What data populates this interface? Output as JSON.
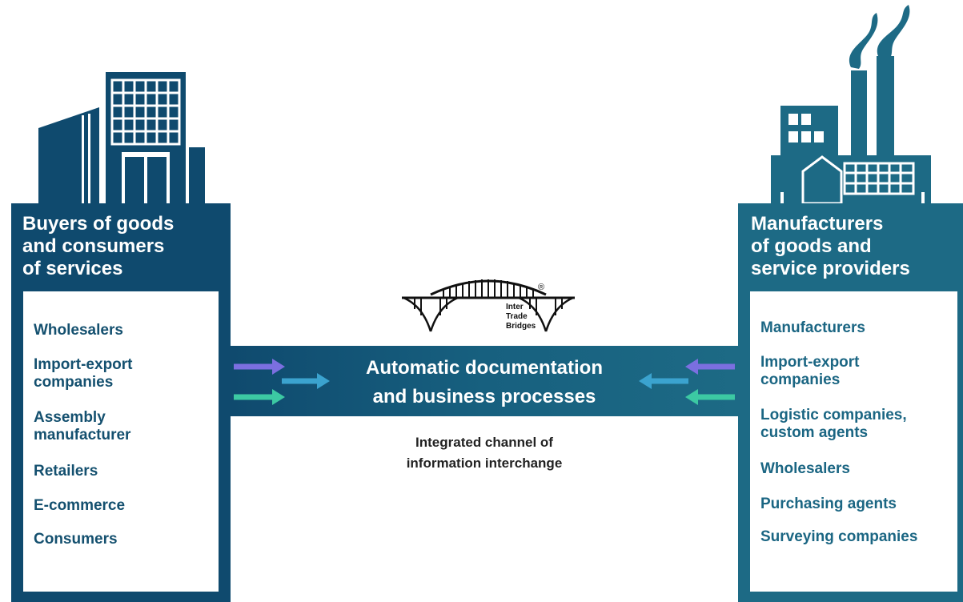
{
  "colors": {
    "buyers_panel": "#0f4a6e",
    "manufacturers_panel": "#1d6a85",
    "arrow_purple": "#7b6fe0",
    "arrow_blue": "#3ba3cf",
    "arrow_teal": "#3cc9a3"
  },
  "buyers": {
    "title": "Buyers of goods\nand consumers\nof services",
    "items": [
      "Wholesalers",
      "Import-export\ncompanies",
      "Assembly\nmanufacturer",
      "Retailers",
      "E-commerce",
      "Consumers"
    ]
  },
  "manufacturers": {
    "title": "Manufacturers\nof goods and\nservice providers",
    "items": [
      "Manufacturers",
      "Import-export\ncompanies",
      "Logistic companies,\ncustom agents",
      "Wholesalers",
      "Purchasing agents",
      "Surveying companies"
    ]
  },
  "channel": {
    "title": "Automatic documentation\nand business processes",
    "caption": "Integrated channel of\ninformation interchange"
  },
  "logo": {
    "line1": "Inter",
    "line2": "Trade",
    "line3": "Bridges",
    "registered": "®"
  },
  "icons": {
    "left_building": "office-building-icon",
    "right_building": "factory-icon",
    "logo": "bridge-logo-icon"
  }
}
